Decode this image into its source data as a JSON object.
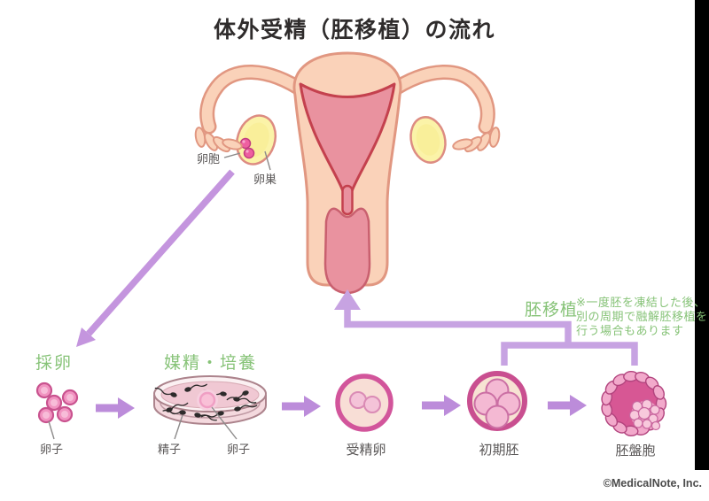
{
  "title": "体外受精（胚移植）の流れ",
  "anatomy": {
    "follicle_label": "卵胞",
    "ovary_label": "卵巣"
  },
  "steps": {
    "egg_retrieval": {
      "title": "採卵",
      "egg_label": "卵子"
    },
    "insemination": {
      "title": "媒精・培養",
      "sperm_label": "精子",
      "egg_label": "卵子"
    },
    "fertilized_egg_label": "受精卵",
    "early_embryo_label": "初期胚",
    "blastocyst_label": "胚盤胞"
  },
  "embryo_transfer": {
    "label": "胚移植",
    "note_line1": "※一度胚を凍結した後、",
    "note_line2": "別の周期で融解胚移植を",
    "note_line3": "行う場合もあります"
  },
  "copyright": "©MedicalNote, Inc.",
  "colors": {
    "label_green": "#87C378",
    "flow_arrow_purple": "#BC8CDA",
    "bracket_purple": "#C7A3E2",
    "diagonal_arrow_purple": "#C495DE",
    "text_gray": "#5A5757",
    "uterus_body_pink": "#FAD2B9",
    "uterus_outline": "#E19781",
    "cavity_rose": "#E9929F",
    "cavity_red_outline": "#C4414E",
    "ovary_yellow": "#FBF3A8",
    "egg_pink": "#F194C1",
    "embryo_ring_pink": "#D2559B",
    "blastocyst_deep_pink": "#D75794",
    "sperm_black": "#2D2B2B"
  }
}
